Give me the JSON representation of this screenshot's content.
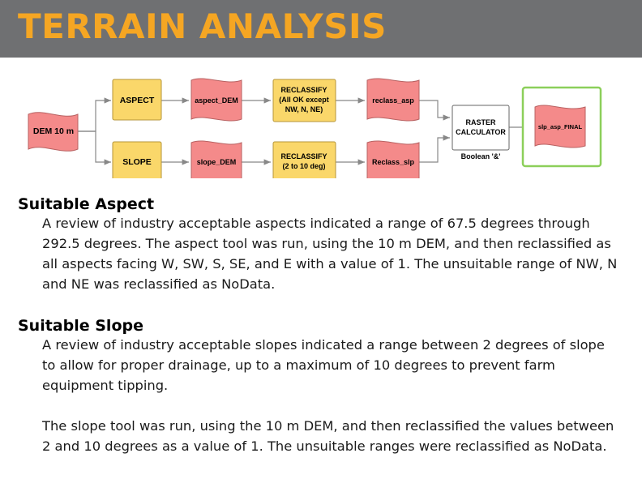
{
  "header": {
    "title": "TERRAIN ANALYSIS"
  },
  "diagram": {
    "nodes": {
      "dem": "DEM  10 m",
      "aspect": "ASPECT",
      "slope": "SLOPE",
      "aspect_dem": "aspect_DEM",
      "slope_dem": "slope_DEM",
      "reclass_aspect": [
        "RECLASSIFY",
        "(All OK except",
        "NW, N, NE)"
      ],
      "reclass_slope": [
        "RECLASSIFY",
        "(2 to 10 deg)"
      ],
      "reclass_asp": "reclass_asp",
      "reclass_slp": "Reclass_slp",
      "raster_calc": [
        "RASTER",
        "CALCULATOR"
      ],
      "raster_calc_note": "Boolean '&'",
      "final": "slp_asp_FINAL"
    },
    "colors": {
      "data_fill": "#f48a8a",
      "data_stroke": "#b86262",
      "tool_fill": "#fad76a",
      "tool_stroke": "#b5963a",
      "final_border": "#8ccf5a",
      "arrow": "#888888"
    }
  },
  "sections": {
    "aspect": {
      "title": "Suitable Aspect",
      "body": "A review of industry acceptable aspects indicated a range of 67.5 degrees through 292.5 degrees. The aspect tool was run, using the 10 m DEM, and then reclassified as all aspects facing W, SW, S, SE, and E with a value of 1. The unsuitable range of NW, N and NE was reclassified as NoData."
    },
    "slope": {
      "title": "Suitable Slope",
      "body_1": "A review of industry acceptable slopes indicated a range between 2 degrees of slope to allow for proper drainage, up to a maximum of 10 degrees to prevent farm equipment tipping.",
      "body_2": "The slope tool was run, using the 10 m DEM, and then reclassified the values between 2 and 10 degrees as a value of 1. The unsuitable ranges were reclassified as NoData."
    }
  }
}
